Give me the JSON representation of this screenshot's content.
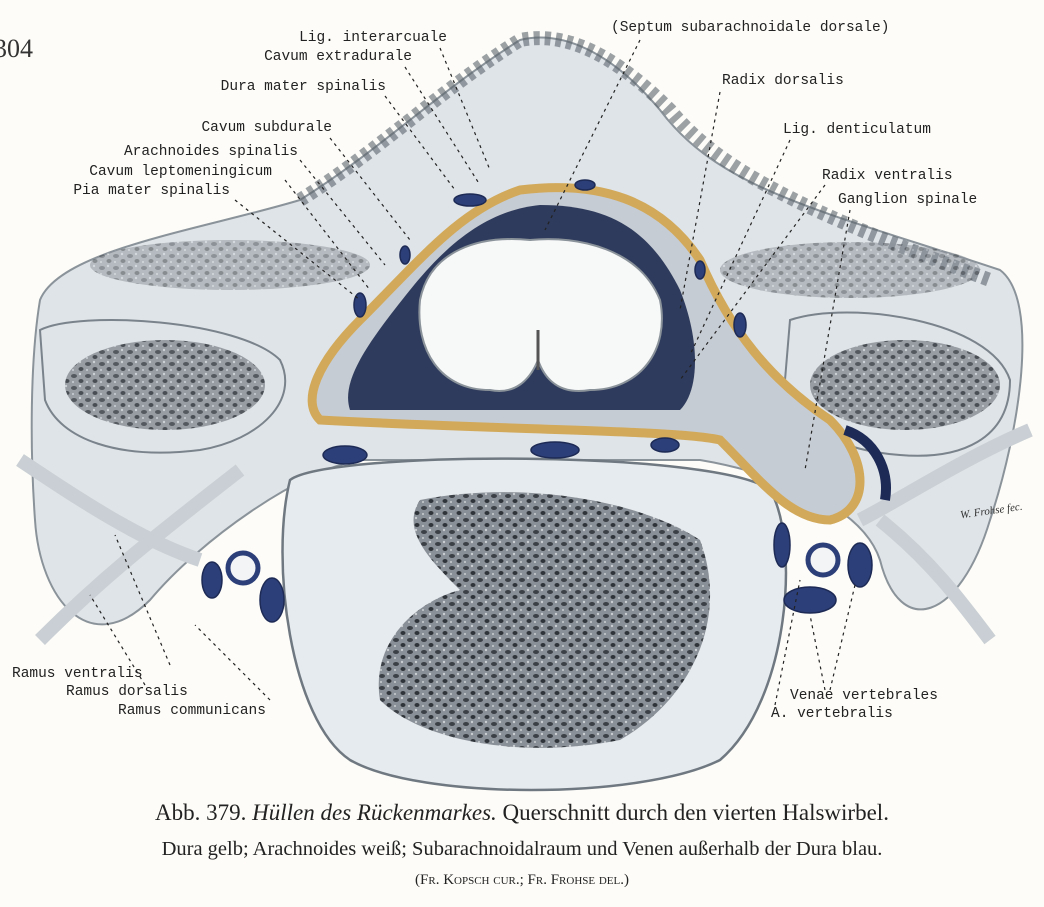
{
  "page_number": "304",
  "figure": {
    "labels_left": {
      "lig_interarcuale": "Lig. interarcuale",
      "cavum_extradurale": "Cavum extradurale",
      "dura_mater": "Dura mater spinalis",
      "cavum_subdurale": "Cavum subdurale",
      "arachnoides": "Arachnoides spinalis",
      "cavum_leptomeningicum": "Cavum leptomeningicum",
      "pia_mater": "Pia mater spinalis"
    },
    "labels_right": {
      "septum": "(Septum subarachnoidale dorsale)",
      "radix_dorsalis": "Radix dorsalis",
      "lig_denticulatum": "Lig. denticulatum",
      "radix_ventralis": "Radix ventralis",
      "ganglion": "Ganglion spinale"
    },
    "labels_bottom_left": {
      "ramus_ventralis": "Ramus ventralis",
      "ramus_dorsalis": "Ramus dorsalis",
      "ramus_communicans": "Ramus communicans"
    },
    "labels_bottom_right": {
      "venae": "Venae vertebrales",
      "arteria": "A. vertebralis"
    },
    "signature": "W. Frohse fec.",
    "colors": {
      "dura": "#d2a95a",
      "blue": "#2d3f78",
      "bone": "#e6ebef",
      "spongy": "#4a5058"
    }
  },
  "caption": {
    "number": "Abb. 379.",
    "title": "Hüllen des Rückenmarkes.",
    "line1_rest": "Querschnitt durch den vierten Halswirbel.",
    "line2": "Dura gelb; Arachnoides weiß; Subarachnoidalraum und Venen außerhalb der Dura blau.",
    "line3": "(Fr. Kopsch cur.; Fr. Frohse del.)"
  }
}
